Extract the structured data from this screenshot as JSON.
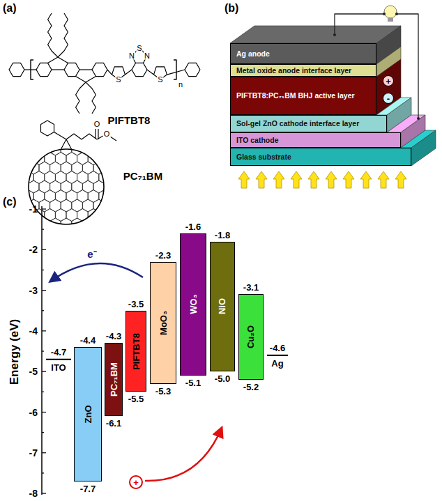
{
  "diagram": {
    "nodes": [
      {
        "text": [
          "Ag anode"
        ]
      },
      {
        "text": [
          "Metal oxide anode interface layer"
        ]
      },
      {
        "text": [
          "PIFTBT8:PC₇₁BM BHJ active layer"
        ]
      },
      {
        "text": [
          "+"
        ]
      },
      {
        "text": [
          "-"
        ]
      },
      {
        "text": [
          "Sol-gel ZnO cathode interface layer"
        ]
      },
      {
        "text": [
          "ITO cathode"
        ]
      },
      {
        "text": [
          "Glass substrate"
        ]
      },
      {
        "text": [
          "ZnO"
        ]
      },
      {
        "text": [
          "PC₇₁BM"
        ]
      },
      {
        "text": [
          "PIFTBT8"
        ]
      },
      {
        "text": [
          "MoO₃"
        ]
      },
      {
        "text": [
          "WO₃"
        ]
      },
      {
        "text": [
          "NiO"
        ]
      },
      {
        "text": [
          "Cu₂O"
        ]
      },
      {
        "text": [
          "+"
        ]
      }
    ],
    "labels": [
      "(a)",
      "PIFTBT8",
      "S",
      "N",
      "N",
      "S",
      "S",
      "n",
      "PC₇₁BM",
      "O",
      "O",
      "(b)",
      "(c)",
      "Energy (eV)",
      "-1",
      "-2",
      "-3",
      "-4",
      "-5",
      "-6",
      "-7",
      "-8",
      "e⁻",
      "-4.7",
      "ITO",
      "-4.4",
      "-7.7",
      "-4.3",
      "-6.1",
      "-3.5",
      "-5.5",
      "-2.3",
      "-5.3",
      "-1.6",
      "-5.1",
      "-1.8",
      "-5.0",
      "-3.1",
      "-5.2",
      "-4.6",
      "Ag"
    ]
  }
}
